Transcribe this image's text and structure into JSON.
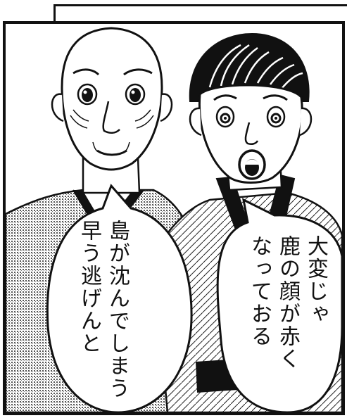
{
  "panel": {
    "characters": [
      "bald-old-man",
      "woman-with-dark-hair"
    ],
    "colors": {
      "ink": "#111111",
      "paper": "#ffffff",
      "screentone": "#7a7a7a"
    }
  },
  "left_bubble": {
    "lines": [
      "島が沈んでしまう",
      "早う逃げんと"
    ]
  },
  "right_bubble": {
    "lines": [
      "大変じゃ",
      "鹿の顔が赤く",
      "なっておる"
    ]
  }
}
